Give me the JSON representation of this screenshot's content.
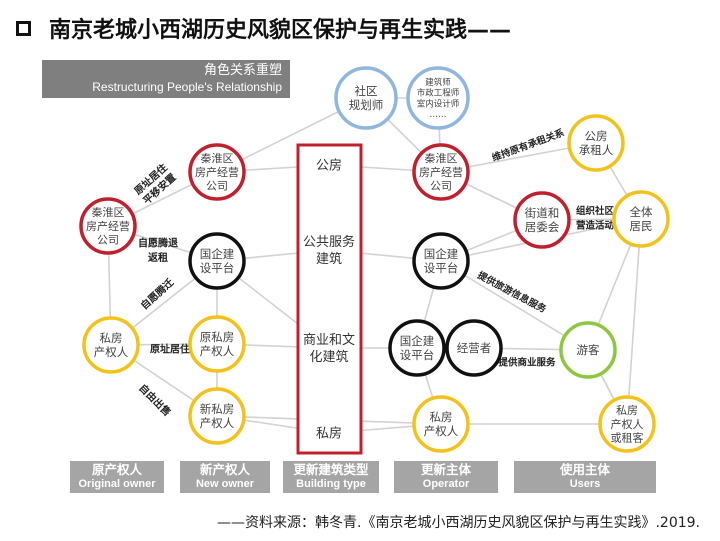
{
  "title": "南京老城小西湖历史风貌区保护与再生实践——",
  "banner": {
    "zh": "角色关系重塑",
    "en": "Restructuring People's Relationship"
  },
  "colors": {
    "red": "#c0202e",
    "black": "#111111",
    "yellow": "#f2c21b",
    "green": "#8dc63f",
    "blue": "#8fb6dd",
    "box_red": "#c0202e",
    "gray_bar": "#a5a5a5",
    "edge": "#d2d2d2"
  },
  "nodes": {
    "planner": "社区\n规划师",
    "experts": "建筑师\n市政工程师\n室内设计师\n……",
    "qh_mid": "秦淮区\n房产经营\n公司",
    "qh_left": "秦淮区\n房产经营\n公司",
    "soe_mid": "国企建\n设平台",
    "owner_left": "私房\n产权人",
    "owner_mid1": "原私房\n产权人",
    "owner_mid2": "新私房\n产权人",
    "qh_right": "秦淮区\n房产经营\n公司",
    "soe_right1": "国企建\n设平台",
    "soe_right2": "国企建\n设平台",
    "operator": "经营者",
    "owner_right": "私房\n产权人",
    "tenant": "公房\n承租人",
    "street": "街道和\n居委会",
    "residents": "全体\n居民",
    "tourists": "游客",
    "owner_tenant": "私房\n产权人\n或租客"
  },
  "building_types": [
    "公房",
    "公共服务\n建筑",
    "商业和文\n化建筑",
    "私房"
  ],
  "edge_labels": {
    "yuanzhi": "原址居住\n平移安置",
    "tenui": "自愿腾退\n返租",
    "tenqian": "自愿腾迁",
    "yuanzhi2": "原址居住",
    "chushou": "自由出售",
    "weichi": "维持原有承租关系",
    "zuzhi": "组织社区\n营造活动",
    "lvyou": "提供旅游信息服务",
    "shangye": "提供商业服务"
  },
  "categories": [
    {
      "zh": "原产权人",
      "en": "Original owner"
    },
    {
      "zh": "新产权人",
      "en": "New owner"
    },
    {
      "zh": "更新建筑类型",
      "en": "Building type"
    },
    {
      "zh": "更新主体",
      "en": "Operator"
    },
    {
      "zh": "使用主体",
      "en": "Users"
    }
  ],
  "footer": "——资料来源：韩冬青.《南京老城小西湖历史风貌区保护与再生实践》.2019."
}
